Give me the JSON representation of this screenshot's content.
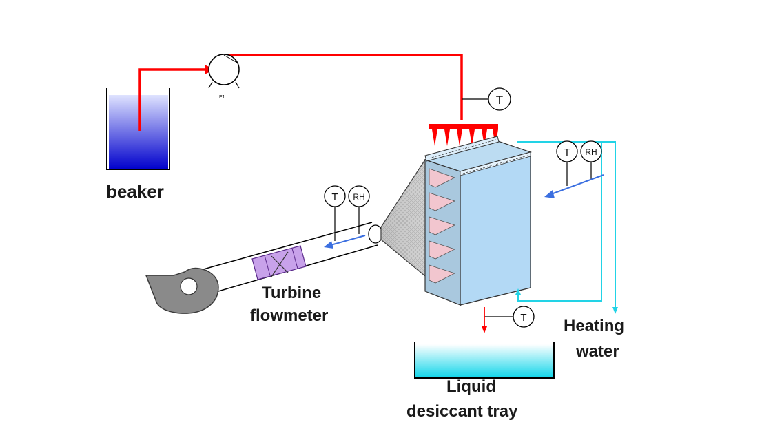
{
  "labels": {
    "beaker": "beaker",
    "turbine_line1": "Turbine",
    "turbine_line2": "flowmeter",
    "heating_line1": "Heating",
    "heating_line2": "water",
    "tray_line1": "Liquid",
    "tray_line2": "desiccant tray",
    "pump_tag": "E1"
  },
  "sensors": {
    "temp": "T",
    "humidity": "RH"
  },
  "colors": {
    "solution_line": "#ff0000",
    "heating_line": "#22d3e6",
    "air_arrow": "#3b6fe0",
    "beaker_top": "#d8dcff",
    "beaker_bottom": "#0000cc",
    "tray_top": "#ffffff",
    "tray_bottom": "#17d8ea",
    "panel": "#b3d9f5",
    "flowmeter": "#c8a2ea",
    "fan": "#8a8a8a"
  }
}
